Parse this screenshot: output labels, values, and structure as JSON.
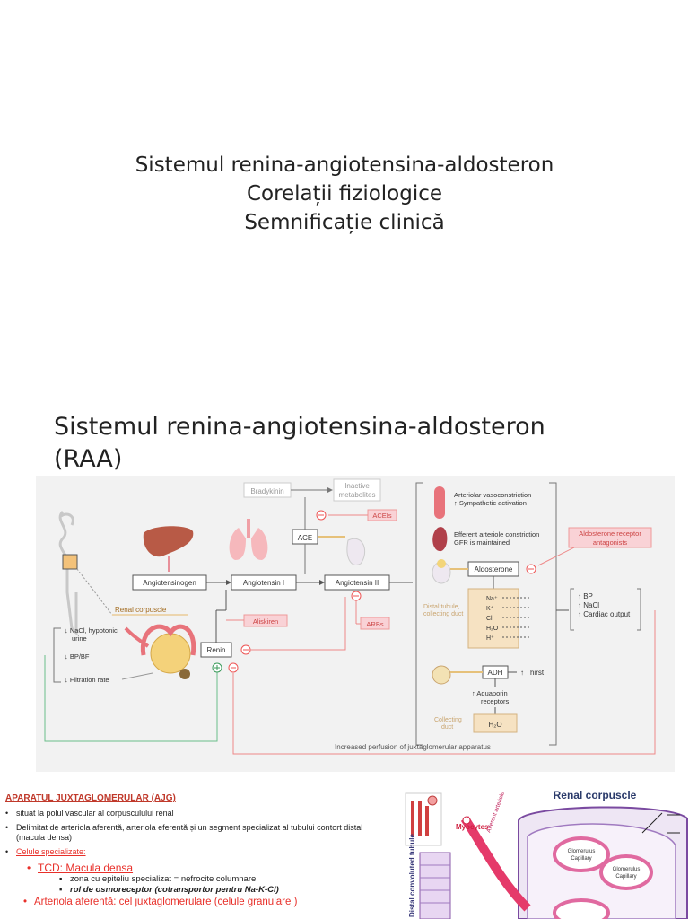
{
  "slide1": {
    "title_lines": [
      "Sistemul renina-angiotensina-aldosteron",
      "Corelații fiziologice",
      "Semnificație clinică"
    ]
  },
  "slide2": {
    "title_line1": "Sistemul renina-angiotensina-aldosteron",
    "title_line2": "(RAA)",
    "diagram": {
      "bradykinin": "Bradykinin",
      "inactive_1": "Inactive",
      "inactive_2": "metabolites",
      "acei": "ACEIs",
      "ace": "ACE",
      "angiotensinogen": "Angiotensinogen",
      "angiotensin1": "Angiotensin I",
      "angiotensin2": "Angiotensin II",
      "renal_corpuscle": "Renal corpuscle",
      "aliskiren": "Aliskiren",
      "arbs": "ARBs",
      "renin": "Renin",
      "nacl_1": "↓ NaCl, hypotonic",
      "nacl_2": "urine",
      "bp_bf": "↓ BP/BF",
      "filtration": "↓ Filtration rate",
      "vaso_1": "Arteriolar vasoconstriction",
      "vaso_2": "↑ Sympathetic activation",
      "efferent_1": "Efferent arteriole constriction",
      "efferent_2": "GFR is maintained",
      "aldo_antag_1": "Aldosterone receptor",
      "aldo_antag_2": "antagonists",
      "aldosterone": "Aldosterone",
      "distal_1": "Distal tubule,",
      "distal_2": "collecting duct",
      "ions": [
        "Na⁺",
        "K⁺",
        "Cl⁻",
        "H₂O",
        "H⁺"
      ],
      "out_1": "↑ BP",
      "out_2": "↑ NaCl",
      "out_3": "↑ Cardiac output",
      "adh": "ADH",
      "thirst": "↑ Thirst",
      "aquaporin_1": "↑ Aquaporin",
      "aquaporin_2": "receptors",
      "collecting_1": "Collecting",
      "collecting_2": "duct",
      "h2o": "H₂O",
      "perfusion": "Increased perfusion of juxtaglomerular apparatus",
      "minus": "⊖",
      "plus": "⊕"
    }
  },
  "slide3": {
    "heading": "APARATUL JUXTAGLOMERULAR (AJG)",
    "bullet1": "situat la polul vascular al corpusculului renal",
    "bullet2": "Delimitat de arteriola aferentă, arteriola eferentă și un segment specializat al tubului contort distal (macula densa)",
    "bullet3": "Celule specializate:",
    "tcd": "TCD: Macula densa",
    "zona": "zona cu epiteliu specializat =  nefrocite columnare",
    "rol": "rol de osmoreceptor (cotransportor pentru Na-K-Cl)",
    "arteriola": "Arteriola aferentă: cel juxtaglomerulare (celule granulare )",
    "bullet_glyph": "•",
    "bullet_glyph2": "▪",
    "figure": {
      "title": "Renal corpuscle",
      "myocytes": "Myocytes",
      "afferent": "Afferent arteriole",
      "distal": "Distal convoluted tubule",
      "glom_cap_1": "Glomerulus",
      "glom_cap_2": "Capillary"
    }
  }
}
